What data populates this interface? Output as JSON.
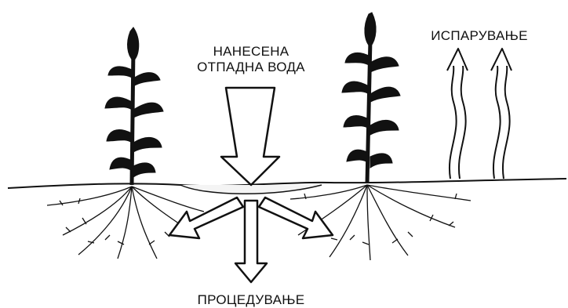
{
  "labels": {
    "applied_line1": "НАНЕСЕНА",
    "applied_line2": "ОТПАДНА ВОДА",
    "evaporation": "ИСПАРУВАЊЕ",
    "percolation": "ПРОЦЕДУВАЊЕ"
  },
  "colors": {
    "ink": "#111111",
    "background": "#ffffff"
  }
}
